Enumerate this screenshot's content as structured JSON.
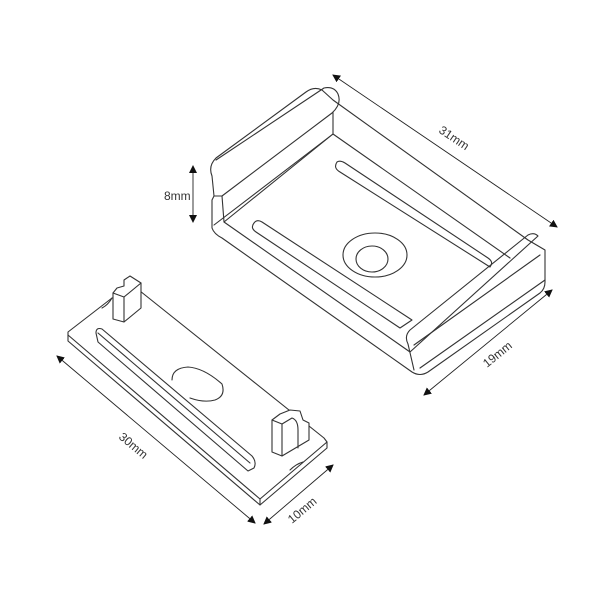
{
  "diagram": {
    "clip_large": {
      "length_label": "31mm",
      "width_label": "19mm",
      "height_label": "8mm"
    },
    "clip_small": {
      "length_label": "30mm",
      "width_label": "10mm"
    },
    "colors": {
      "line": "#333333",
      "background": "#ffffff"
    }
  }
}
